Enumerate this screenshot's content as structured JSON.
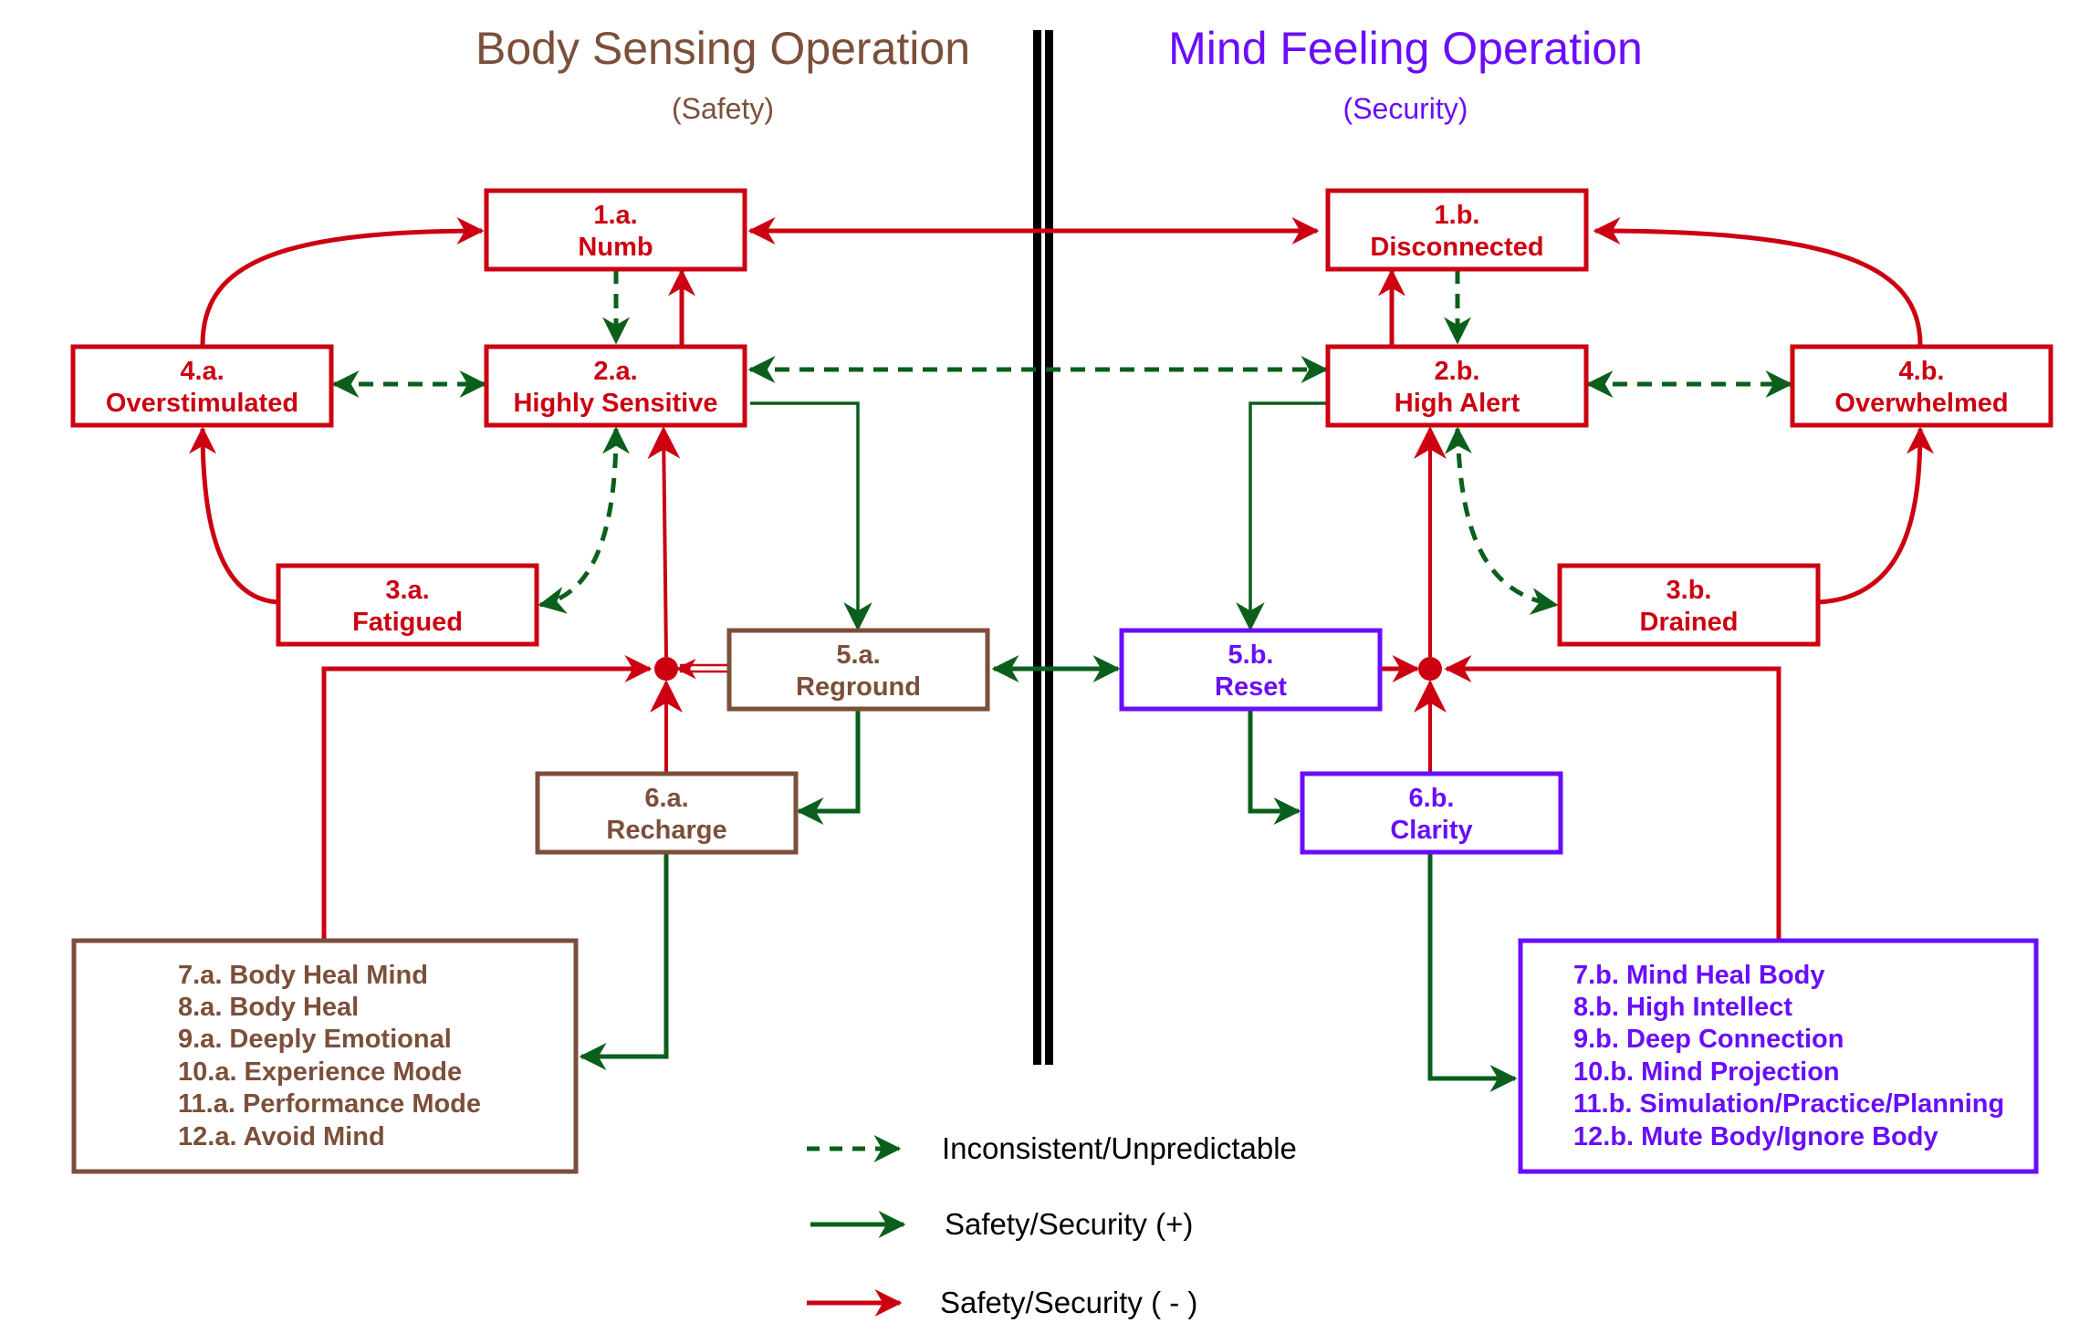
{
  "colors": {
    "body": "#7b4f3a",
    "mind": "#6a0dfa",
    "negative": "#cc0011",
    "positive": "#0a5f1c",
    "divider": "#000000"
  },
  "headers": {
    "left": {
      "title": "Body Sensing Operation",
      "subtitle": "(Safety)"
    },
    "right": {
      "title": "Mind Feeling Operation",
      "subtitle": "(Security)"
    }
  },
  "nodes": {
    "n1a": {
      "id": "1.a.",
      "label": "Numb",
      "category": "negative"
    },
    "n2a": {
      "id": "2.a.",
      "label": "Highly Sensitive",
      "category": "negative"
    },
    "n3a": {
      "id": "3.a.",
      "label": "Fatigued",
      "category": "negative"
    },
    "n4a": {
      "id": "4.a.",
      "label": "Overstimulated",
      "category": "negative"
    },
    "n5a": {
      "id": "5.a.",
      "label": "Reground",
      "category": "body"
    },
    "n6a": {
      "id": "6.a.",
      "label": "Recharge",
      "category": "body"
    },
    "n1b": {
      "id": "1.b.",
      "label": "Disconnected",
      "category": "negative"
    },
    "n2b": {
      "id": "2.b.",
      "label": "High Alert",
      "category": "negative"
    },
    "n3b": {
      "id": "3.b.",
      "label": "Drained",
      "category": "negative"
    },
    "n4b": {
      "id": "4.b.",
      "label": "Overwhelmed",
      "category": "negative"
    },
    "n5b": {
      "id": "5.b.",
      "label": "Reset",
      "category": "mind"
    },
    "n6b": {
      "id": "6.b.",
      "label": "Clarity",
      "category": "mind"
    }
  },
  "lists": {
    "left": [
      "7.a. Body Heal Mind",
      "8.a. Body Heal",
      "9.a. Deeply Emotional",
      "10.a. Experience Mode",
      "11.a. Performance Mode",
      "12.a. Avoid Mind"
    ],
    "right": [
      "7.b. Mind Heal Body",
      "8.b. High Intellect",
      "9.b. Deep Connection",
      "10.b. Mind Projection",
      "11.b. Simulation/Practice/Planning",
      "12.b. Mute Body/Ignore Body"
    ]
  },
  "legend": [
    {
      "style": "dashed",
      "color": "positive",
      "label": "Inconsistent/Unpredictable"
    },
    {
      "style": "solid",
      "color": "positive",
      "label": "Safety/Security (+)"
    },
    {
      "style": "solid",
      "color": "negative",
      "label": "Safety/Security ( - )"
    }
  ],
  "edges": [
    {
      "from": "1.a.",
      "to": "1.b.",
      "type": "negative",
      "bidirectional": true
    },
    {
      "from": "4.a.",
      "to": "1.a.",
      "type": "negative"
    },
    {
      "from": "1.a.",
      "to": "2.a.",
      "type": "inconsistent"
    },
    {
      "from": "2.a.",
      "to": "1.a.",
      "type": "negative"
    },
    {
      "from": "4.a.",
      "to": "2.a.",
      "type": "inconsistent",
      "bidirectional": true
    },
    {
      "from": "2.a.",
      "to": "2.b.",
      "type": "inconsistent",
      "bidirectional": true
    },
    {
      "from": "3.a.",
      "to": "4.a.",
      "type": "negative"
    },
    {
      "from": "2.a.",
      "to": "3.a.",
      "type": "inconsistent",
      "bidirectional": true
    },
    {
      "from": "2.a.",
      "to": "5.a.",
      "type": "positive"
    },
    {
      "from": "5.a.",
      "to": "5.b.",
      "type": "positive",
      "bidirectional": true
    },
    {
      "from": "5.a.",
      "to": "6.a.",
      "type": "positive"
    },
    {
      "from": "6.a.",
      "to": "7.a.-12.a.",
      "type": "positive"
    },
    {
      "from": "5.a./6.a./7.a.-12.a.",
      "to": "2.a.",
      "type": "negative",
      "via": "junction"
    },
    {
      "from": "1.b.",
      "to": "2.b.",
      "type": "inconsistent"
    },
    {
      "from": "2.b.",
      "to": "1.b.",
      "type": "negative"
    },
    {
      "from": "2.b.",
      "to": "4.b.",
      "type": "inconsistent",
      "bidirectional": true
    },
    {
      "from": "4.b.",
      "to": "1.b.",
      "type": "negative"
    },
    {
      "from": "3.b.",
      "to": "4.b.",
      "type": "negative"
    },
    {
      "from": "2.b.",
      "to": "3.b.",
      "type": "inconsistent",
      "bidirectional": true
    },
    {
      "from": "2.b.",
      "to": "5.b.",
      "type": "positive"
    },
    {
      "from": "5.b.",
      "to": "6.b.",
      "type": "positive"
    },
    {
      "from": "6.b.",
      "to": "7.b.-12.b.",
      "type": "positive"
    },
    {
      "from": "5.b./6.b./7.b.-12.b.",
      "to": "2.b.",
      "type": "negative",
      "via": "junction"
    }
  ]
}
